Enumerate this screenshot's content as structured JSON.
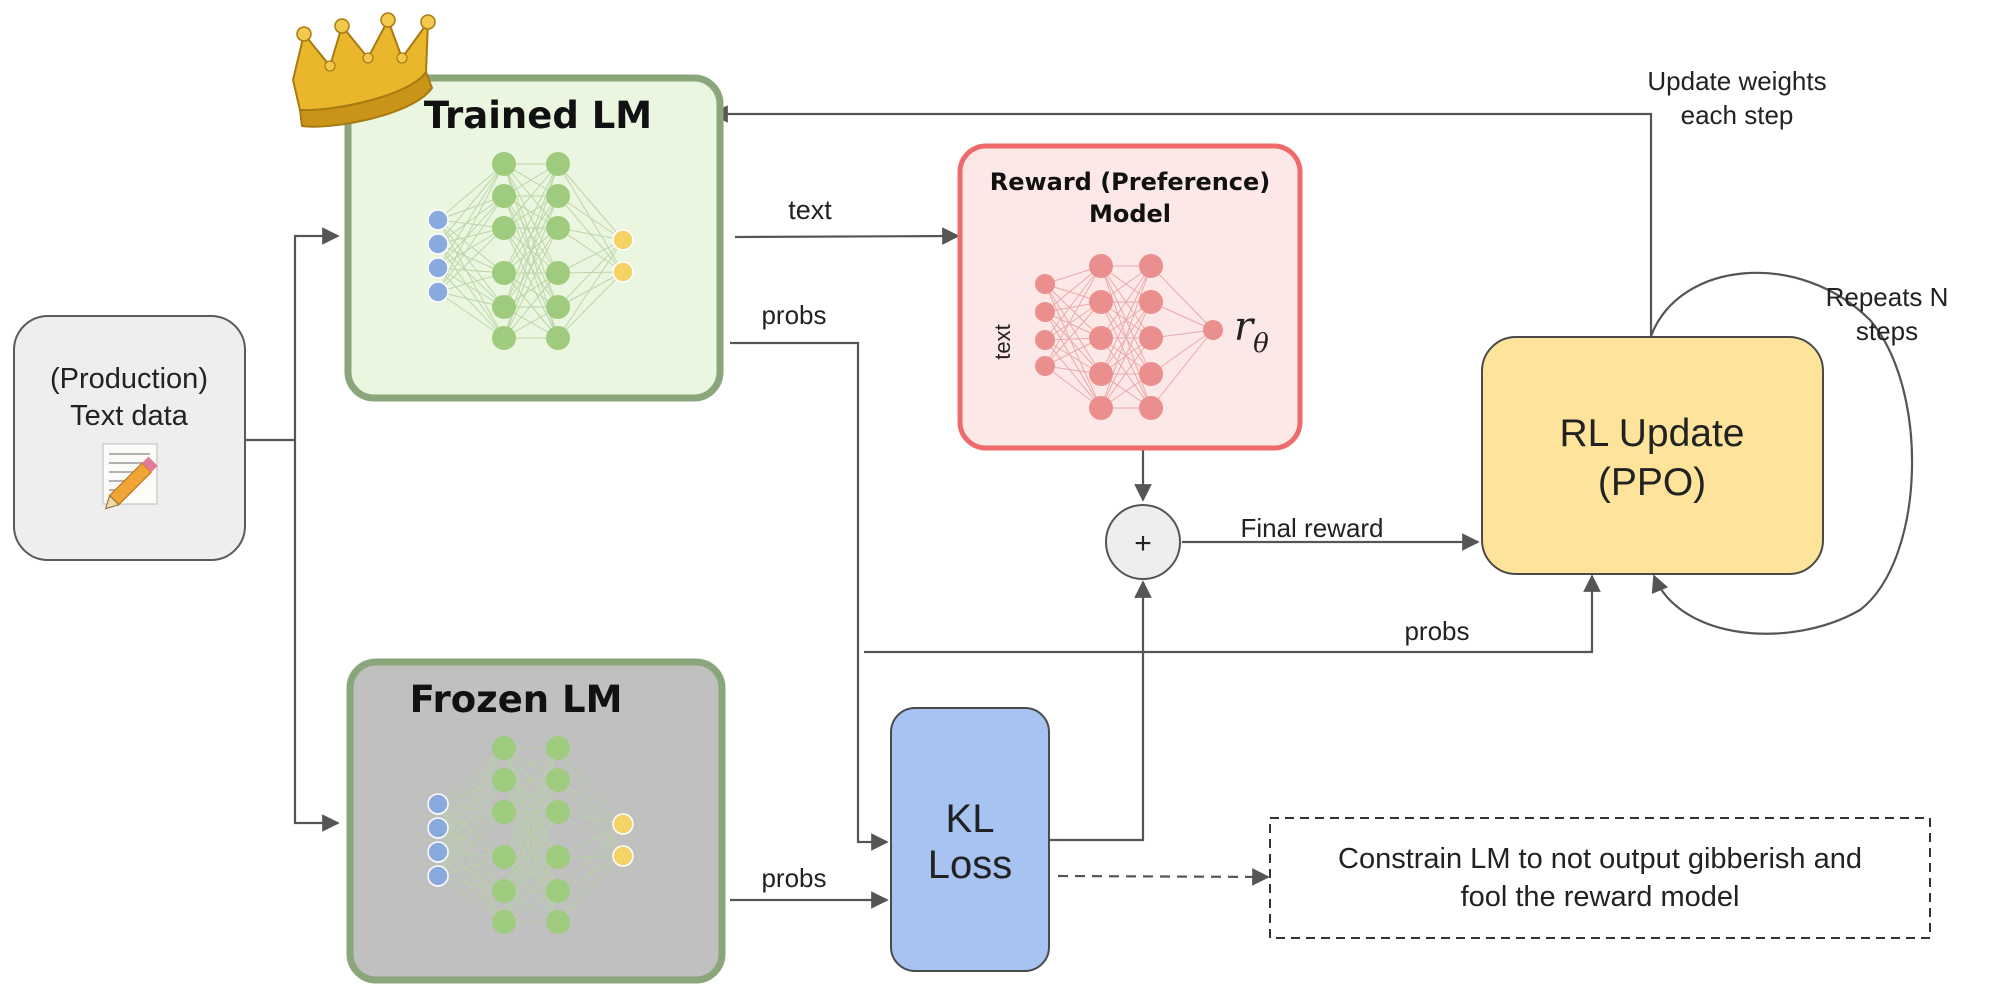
{
  "colors": {
    "trained_fill": "#eaf6df",
    "frozen_fill": "#c0c0c0",
    "model_border": "#8aa67a",
    "reward_fill": "#fde8e8",
    "reward_border": "#ef6b6b",
    "rl_fill": "#fde49a",
    "kl_fill": "#a6c3f2",
    "input_fill": "#eeeeee",
    "node_green": "#9ecb7e",
    "node_blue": "#8aa9de",
    "node_yellow": "#f3d266",
    "node_red": "#eb8e8e",
    "edge": "#555555",
    "crown": "#e9b62c"
  },
  "icons": [
    "crown-icon",
    "notepad-pencil-icon",
    "plus-icon"
  ],
  "input": {
    "line1": "(Production)",
    "line2": "Text data"
  },
  "trained_lm": {
    "title": "Trained LM"
  },
  "frozen_lm": {
    "title": "Frozen LM"
  },
  "reward_model": {
    "title_line1": "Reward (Preference)",
    "title_line2": "Model",
    "input_label": "text",
    "output_label": "r",
    "output_subscript": "θ"
  },
  "combiner": {
    "symbol": "+"
  },
  "kl_loss": {
    "line1": "KL",
    "line2": "Loss"
  },
  "rl_update": {
    "line1": "RL Update",
    "line2": "(PPO)"
  },
  "note": {
    "line1": "Constrain LM to not output gibberish and",
    "line2": "fool the reward model"
  },
  "edges": {
    "text": "text",
    "probs_trained": "probs",
    "probs_frozen": "probs",
    "probs_to_rl": "probs",
    "final_reward": "Final reward",
    "update_line1": "Update weights",
    "update_line2": "each step",
    "repeats_line1": "Repeats N",
    "repeats_line2": "steps"
  }
}
